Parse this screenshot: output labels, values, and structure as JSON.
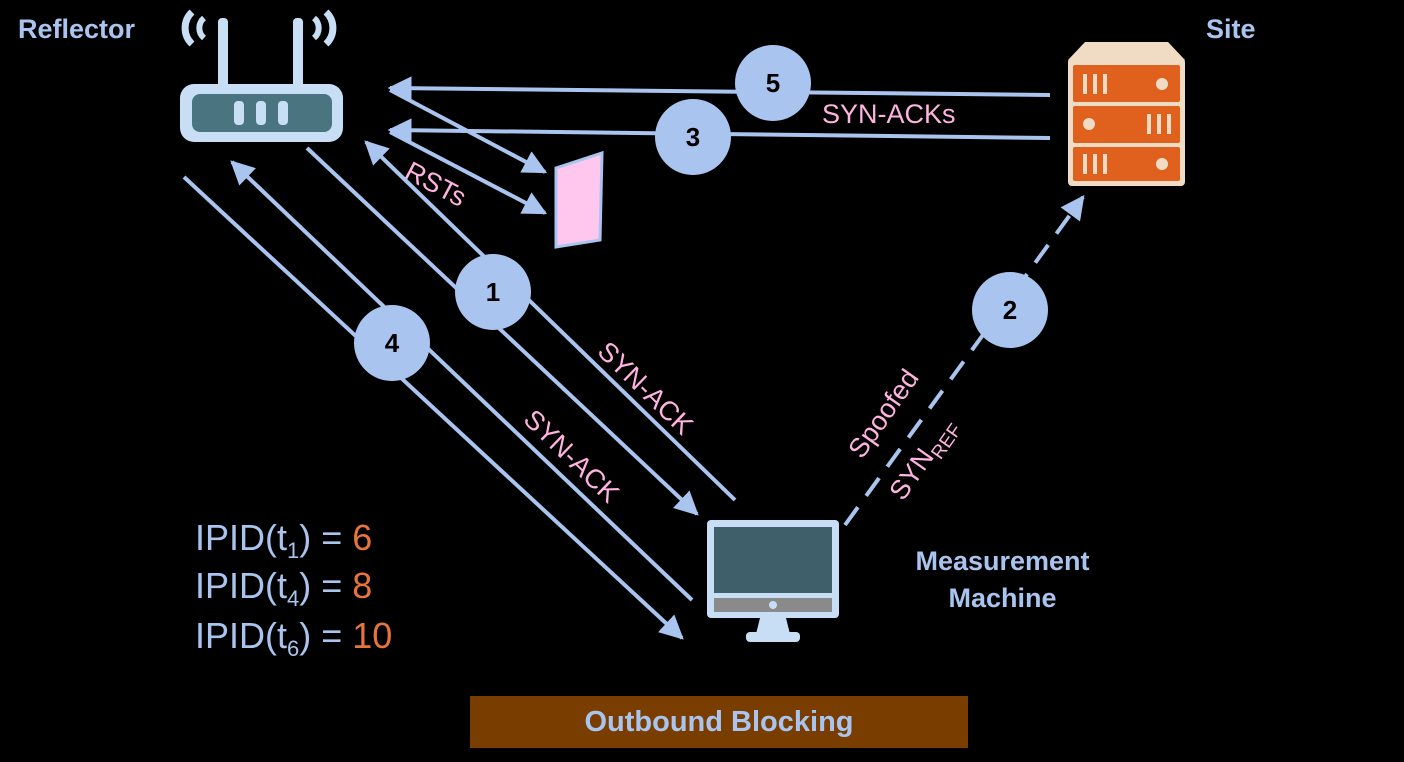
{
  "nodes": {
    "reflector": "Reflector",
    "site": "Site",
    "measurement": [
      "Measurement",
      "Machine"
    ]
  },
  "steps": [
    "1",
    "2",
    "3",
    "4",
    "5"
  ],
  "arrow_labels": {
    "rsts": "RSTs",
    "synack_1": "SYN-ACK",
    "synack_4": "SYN-ACK",
    "synacks": "SYN-ACKs",
    "spoofed": "Spoofed",
    "syn": "SYN",
    "syn_sub": "REF"
  },
  "ipid": [
    {
      "prefix": "IPID(t",
      "sub": "1",
      "suffix": ") = ",
      "value": "6"
    },
    {
      "prefix": "IPID(t",
      "sub": "4",
      "suffix": ") = ",
      "value": "8"
    },
    {
      "prefix": "IPID(t",
      "sub": "6",
      "suffix": ") = ",
      "value": "10"
    }
  ],
  "banner": "Outbound Blocking",
  "colors": {
    "arrow": "#a9c5ef",
    "label_pink": "#ffb3e0",
    "value_orange": "#e8743c",
    "banner_bg": "#7a3d00",
    "server": "#e0601e"
  }
}
